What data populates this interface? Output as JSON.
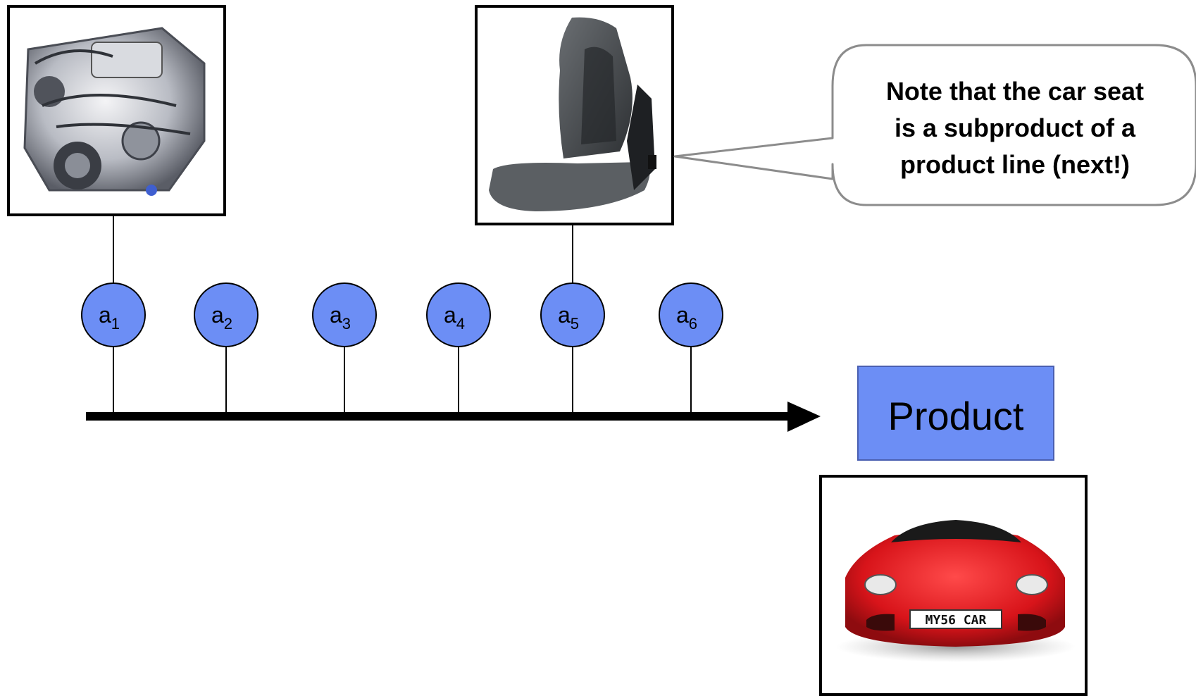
{
  "nodes": [
    {
      "base": "a",
      "sub": "1"
    },
    {
      "base": "a",
      "sub": "2"
    },
    {
      "base": "a",
      "sub": "3"
    },
    {
      "base": "a",
      "sub": "4"
    },
    {
      "base": "a",
      "sub": "5"
    },
    {
      "base": "a",
      "sub": "6"
    }
  ],
  "product": {
    "label": "Product"
  },
  "callout": {
    "lines": [
      "Note that the car seat",
      "is a subproduct of a",
      "product line (next!)"
    ]
  },
  "images": {
    "engine": "engine-photo",
    "seat": "car-seat-photo",
    "car": "red-sports-car-photo",
    "plate_text": "MY56 CAR"
  },
  "colors": {
    "node_fill": "#6c8ef5",
    "product_fill": "#6c8ef5",
    "callout_border": "#8c8c8c",
    "arrow": "#000000"
  }
}
